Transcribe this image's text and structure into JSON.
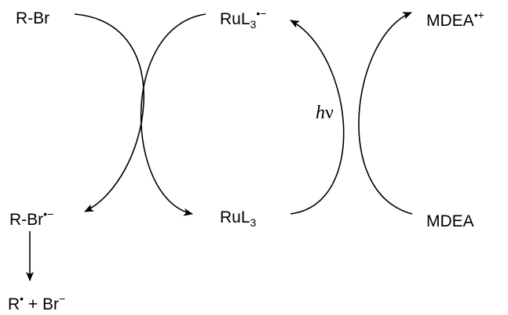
{
  "species": {
    "rbr_top": "R-Br",
    "ru_top_base": "RuL",
    "ru_top_sub": "3",
    "ru_top_charge": "•−",
    "mdea_top_base": "MDEA",
    "mdea_top_charge": "•+",
    "rbr_bottom_base": "R-Br",
    "rbr_bottom_charge": "•−",
    "ru_bottom_base": "RuL",
    "ru_bottom_sub": "3",
    "mdea_bottom": "MDEA",
    "radical_r": "R",
    "radical_dot": "•",
    "radical_rest": " + Br",
    "radical_minus": "−"
  },
  "light": {
    "h": "h",
    "nu": "ν"
  },
  "colors": {
    "stroke": "#000000",
    "background": "#ffffff"
  }
}
